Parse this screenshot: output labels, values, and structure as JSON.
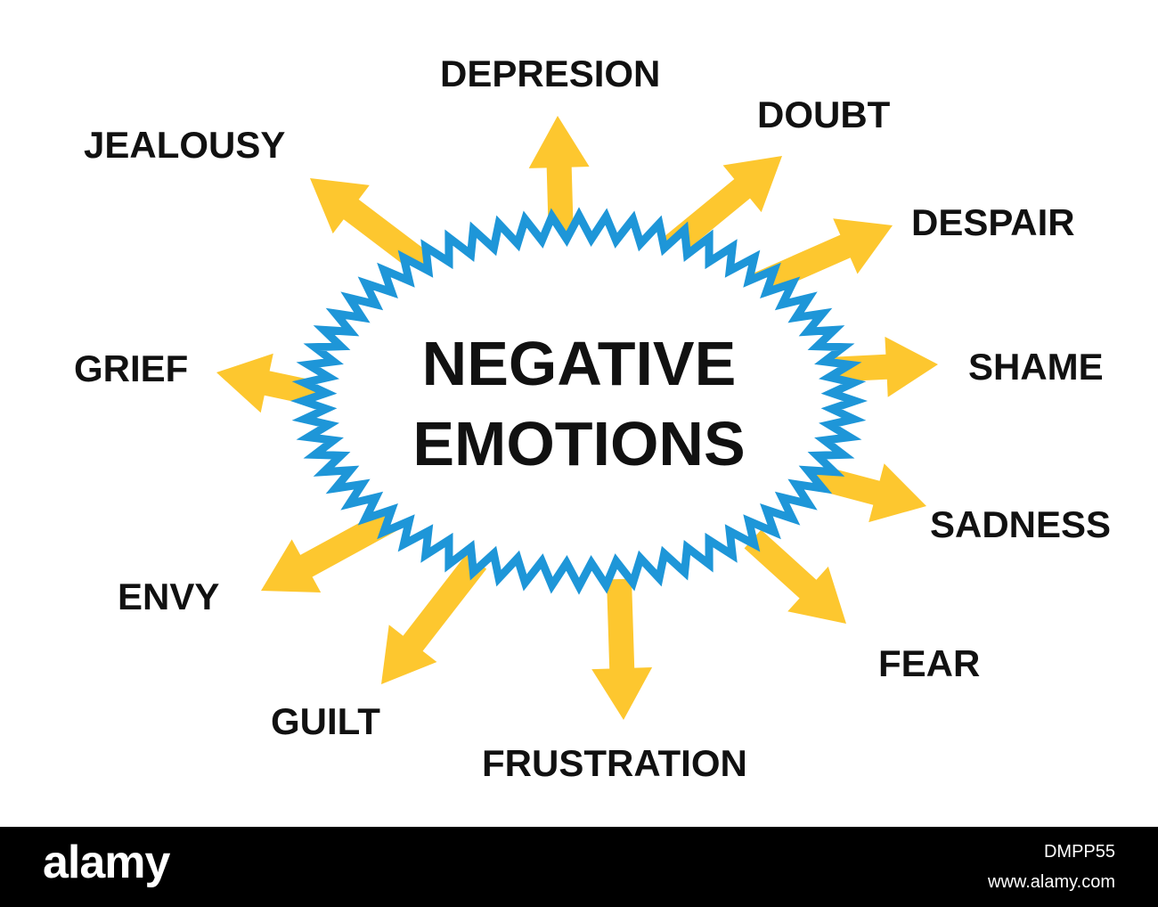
{
  "diagram": {
    "center": {
      "line1": "NEGATIVE",
      "line2": "EMOTIONS"
    },
    "emotions": [
      "DEPRESION",
      "DOUBT",
      "DESPAIR",
      "SHAME",
      "SADNESS",
      "FEAR",
      "FRUSTRATION",
      "GUILT",
      "ENVY",
      "GRIEF",
      "JEALOUSY"
    ]
  },
  "colors": {
    "arrow": "#FDC72F",
    "zigzag_border": "#1E96D8",
    "text": "#111111",
    "footer_background": "#000000"
  },
  "footer": {
    "logo": "alamy",
    "image_id": "DMPP55",
    "url": "www.alamy.com"
  }
}
